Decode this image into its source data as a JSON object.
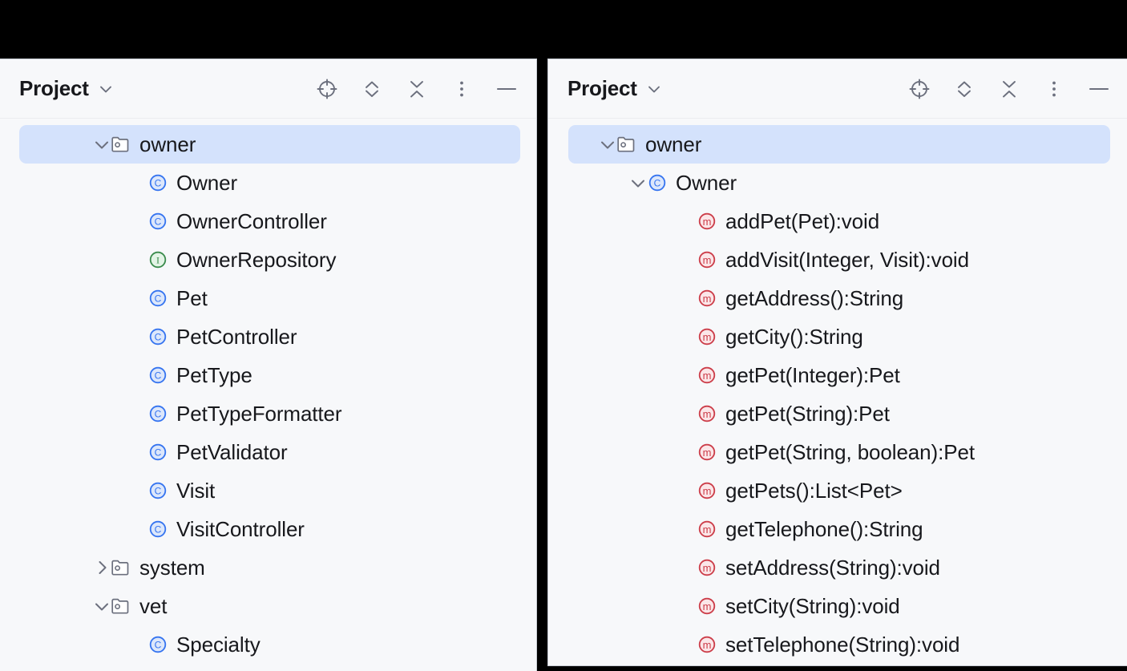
{
  "colors": {
    "panel_bg": "#F7F8FA",
    "selection_bg": "#D4E2FC",
    "text": "#17181C",
    "class_icon": "#3574F0",
    "interface_icon": "#3A8B4C",
    "method_icon": "#CC3D49",
    "folder_icon": "#6C707E",
    "chevron": "#6C707E",
    "outer_bg": "#000000"
  },
  "panels": [
    {
      "id": "left",
      "header": {
        "title": "Project",
        "dropdown_icon": "chevron-down-icon",
        "tools": [
          {
            "name": "select-opened-file-icon",
            "label": "Select Opened File"
          },
          {
            "name": "expand-all-icon",
            "label": "Expand All"
          },
          {
            "name": "collapse-all-icon",
            "label": "Collapse All"
          },
          {
            "name": "more-options-icon",
            "label": "Options"
          },
          {
            "name": "hide-icon",
            "label": "Hide"
          }
        ]
      },
      "tree": [
        {
          "label": "owner",
          "icon": "package-icon",
          "twisty": "expanded",
          "indent": 2,
          "selected": true
        },
        {
          "label": "Owner",
          "icon": "class-icon",
          "twisty": "none",
          "indent": 3,
          "selected": false
        },
        {
          "label": "OwnerController",
          "icon": "class-icon",
          "twisty": "none",
          "indent": 3,
          "selected": false
        },
        {
          "label": "OwnerRepository",
          "icon": "interface-icon",
          "twisty": "none",
          "indent": 3,
          "selected": false
        },
        {
          "label": "Pet",
          "icon": "class-icon",
          "twisty": "none",
          "indent": 3,
          "selected": false
        },
        {
          "label": "PetController",
          "icon": "class-icon",
          "twisty": "none",
          "indent": 3,
          "selected": false
        },
        {
          "label": "PetType",
          "icon": "class-icon",
          "twisty": "none",
          "indent": 3,
          "selected": false
        },
        {
          "label": "PetTypeFormatter",
          "icon": "class-icon",
          "twisty": "none",
          "indent": 3,
          "selected": false
        },
        {
          "label": "PetValidator",
          "icon": "class-icon",
          "twisty": "none",
          "indent": 3,
          "selected": false
        },
        {
          "label": "Visit",
          "icon": "class-icon",
          "twisty": "none",
          "indent": 3,
          "selected": false
        },
        {
          "label": "VisitController",
          "icon": "class-icon",
          "twisty": "none",
          "indent": 3,
          "selected": false
        },
        {
          "label": "system",
          "icon": "package-icon",
          "twisty": "collapsed",
          "indent": 2,
          "selected": false
        },
        {
          "label": "vet",
          "icon": "package-icon",
          "twisty": "expanded",
          "indent": 2,
          "selected": false
        },
        {
          "label": "Specialty",
          "icon": "class-icon",
          "twisty": "none",
          "indent": 3,
          "selected": false
        }
      ]
    },
    {
      "id": "right",
      "header": {
        "title": "Project",
        "dropdown_icon": "chevron-down-icon",
        "tools": [
          {
            "name": "select-opened-file-icon",
            "label": "Select Opened File"
          },
          {
            "name": "expand-all-icon",
            "label": "Expand All"
          },
          {
            "name": "collapse-all-icon",
            "label": "Collapse All"
          },
          {
            "name": "more-options-icon",
            "label": "Options"
          },
          {
            "name": "hide-icon",
            "label": "Hide"
          }
        ]
      },
      "tree": [
        {
          "label": "owner",
          "icon": "package-icon",
          "twisty": "expanded",
          "indent": 1,
          "selected": true
        },
        {
          "label": "Owner",
          "icon": "class-icon",
          "twisty": "expanded",
          "indent": 2,
          "selected": false
        },
        {
          "label": "addPet(Pet):void",
          "icon": "method-icon",
          "twisty": "none",
          "indent": 3,
          "selected": false
        },
        {
          "label": "addVisit(Integer, Visit):void",
          "icon": "method-icon",
          "twisty": "none",
          "indent": 3,
          "selected": false
        },
        {
          "label": "getAddress():String",
          "icon": "method-icon",
          "twisty": "none",
          "indent": 3,
          "selected": false
        },
        {
          "label": "getCity():String",
          "icon": "method-icon",
          "twisty": "none",
          "indent": 3,
          "selected": false
        },
        {
          "label": "getPet(Integer):Pet",
          "icon": "method-icon",
          "twisty": "none",
          "indent": 3,
          "selected": false
        },
        {
          "label": "getPet(String):Pet",
          "icon": "method-icon",
          "twisty": "none",
          "indent": 3,
          "selected": false
        },
        {
          "label": "getPet(String, boolean):Pet",
          "icon": "method-icon",
          "twisty": "none",
          "indent": 3,
          "selected": false
        },
        {
          "label": "getPets():List<Pet>",
          "icon": "method-icon",
          "twisty": "none",
          "indent": 3,
          "selected": false
        },
        {
          "label": "getTelephone():String",
          "icon": "method-icon",
          "twisty": "none",
          "indent": 3,
          "selected": false
        },
        {
          "label": "setAddress(String):void",
          "icon": "method-icon",
          "twisty": "none",
          "indent": 3,
          "selected": false
        },
        {
          "label": "setCity(String):void",
          "icon": "method-icon",
          "twisty": "none",
          "indent": 3,
          "selected": false
        },
        {
          "label": "setTelephone(String):void",
          "icon": "method-icon",
          "twisty": "none",
          "indent": 3,
          "selected": false
        }
      ]
    }
  ]
}
